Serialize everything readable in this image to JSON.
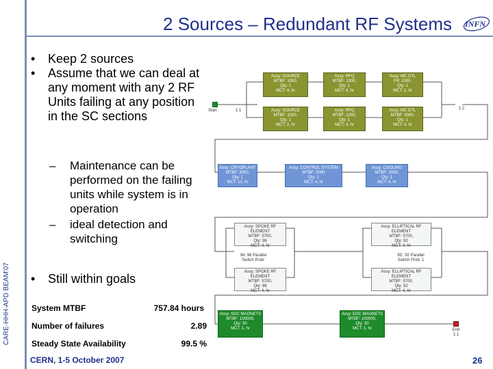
{
  "sidebar_text": "CARE-HHH-APD BEAM'07",
  "title": "2 Sources – Redundant RF Systems",
  "logo_text": "INFN",
  "bullets": [
    "Keep 2 sources",
    "Assume that we can deal at any moment with any 2 RF Units failing at any position in the SC sections"
  ],
  "sub_bullets": [
    "Maintenance can be performed on the failing units while system is in operation",
    "ideal detection and switching"
  ],
  "bullet3": "Still within goals",
  "stats": [
    {
      "label": "System MTBF",
      "value": "757.84 hours"
    },
    {
      "label": "Number of failures",
      "value": "2.89"
    },
    {
      "label": "Steady State Availability",
      "value": "99.5 %"
    }
  ],
  "footer": "CERN, 1-5 October 2007",
  "page_number": "26",
  "diagram": {
    "start_label": "Start",
    "start_ratio": "1:1",
    "end_ratio": "1:2",
    "end_label": "End",
    "end_ratio2": "1:1",
    "top_row1": [
      {
        "l1": "Assy: SOURCE",
        "l2": "MTBF: 1000,",
        "l3": "Qty: 1",
        "l4": "MCT: 4, hr"
      },
      {
        "l1": "Assy: RFQ",
        "l2": "MTBF: 1200,",
        "l3": "Qty: 1",
        "l4": "MCT: 4, hr"
      },
      {
        "l1": "Assy: MC DTL",
        "l2": "FR: 1000,",
        "l3": "Qty: 1",
        "l4": "MCT: 2, hr"
      }
    ],
    "top_row2": [
      {
        "l1": "Assy: SOURCE",
        "l2": "MTBF: 1000,",
        "l3": "Qty: 1",
        "l4": "MCT: 2, hr"
      },
      {
        "l1": "Assy: RFQ",
        "l2": "MTBF: 1200,",
        "l3": "Qty: 1",
        "l4": "MCT: 4, hr"
      },
      {
        "l1": "Assy: MC DTL",
        "l2": "MTBF: 3000,",
        "l3": "Qty: 1",
        "l4": "MCT: 4, hr"
      }
    ],
    "blue_row": [
      {
        "l1": "Assy: CRYOPLANT",
        "l2": "MTBF: 3000,",
        "l3": "Qty: 1",
        "l4": "MCT: 10, hr"
      },
      {
        "l1": "Assy: CONTROL SYSTEM",
        "l2": "MTBF: 3000",
        "l3": "Qty: 1",
        "l4": "MCT: 4, hr"
      },
      {
        "l1": "Assy: COOLING",
        "l2": "MTBF: 3000,",
        "l3": "Qty: 1",
        "l4": "MCT: 4, hr"
      }
    ],
    "spoke1": {
      "l1": "Assy: SPOKE RF ELEMENT",
      "l2": "MTBF: 5700,",
      "l3": "Qty: 96",
      "l4": "MCT: 4, hr"
    },
    "elliptical1": {
      "l1": "Assy: ELLIPTICAL RF ELEMENT",
      "l2": "MTBF: 5700,",
      "l3": "Qty: 92",
      "l4": "MCT: 4, hr"
    },
    "spoke_parallel": {
      "l1": "94: 96 Parallel",
      "l2": "Switch Prob:"
    },
    "ell_parallel": {
      "l1": "9C: 92 Parallel",
      "l2": "Switch Prob: 1"
    },
    "spoke2": {
      "l1": "Assy: SPOKE RF ELEMENT",
      "l2": "MTBF: 5700,",
      "l3": "Qty: 96",
      "l4": "MCT: 4, hr"
    },
    "elliptical2": {
      "l1": "Assy: ELLIPTICAL RF ELEMENT",
      "l2": "MTBF: 5700,",
      "l3": "Qty: 92",
      "l4": "MCT: 4, hr"
    },
    "green_row": [
      {
        "l1": "Assy: SDC MAGNETS",
        "l2": "MTBF: 100000,",
        "l3": "Qty: 30",
        "l4": "MCT: 1, hr"
      },
      {
        "l1": "Assy: EDC MAGNETS",
        "l2": "MTBF: 100000,",
        "l3": "Qty: 30",
        "l4": "MCT: 1, hr"
      }
    ]
  }
}
